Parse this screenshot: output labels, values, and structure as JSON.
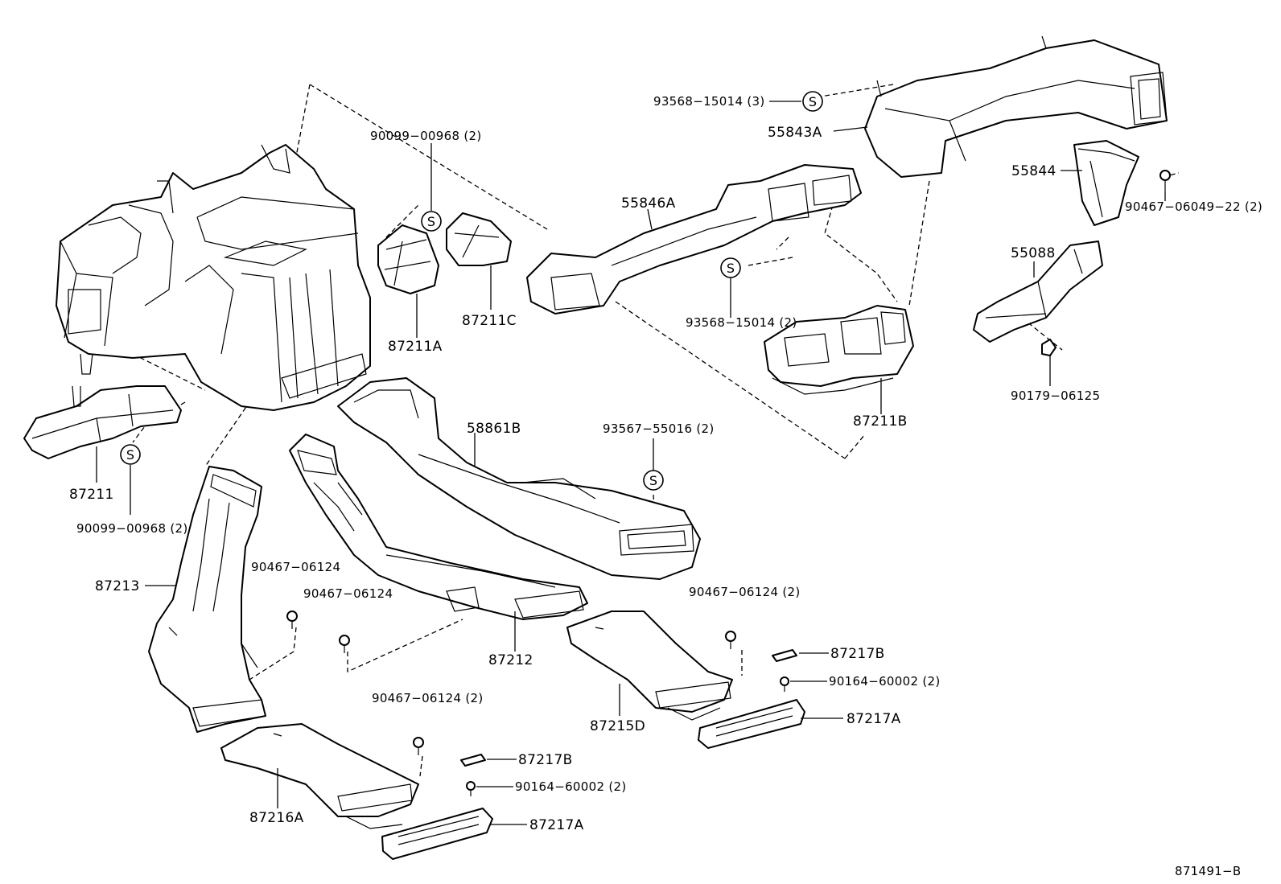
{
  "labels": {
    "p93568_15014_3": "93568−15014 (3)",
    "p55843A": "55843A",
    "p90099_00968_top": "90099−00968 (2)",
    "p55846A": "55846A",
    "p55844": "55844",
    "p90467_06049_22": "90467−06049−22 (2)",
    "p55088": "55088",
    "p93568_15014_2": "93568−15014 (2)",
    "p87211A": "87211A",
    "p87211C": "87211C",
    "p90179_06125": "90179−06125",
    "p87211B": "87211B",
    "p58861B": "58861B",
    "p93567_55016": "93567−55016 (2)",
    "p87211": "87211",
    "p90099_00968_bottom": "90099−00968 (2)",
    "p90467_06124_a": "90467−06124",
    "p87213": "87213",
    "p90467_06124_b": "90467−06124",
    "p90467_06124_c": "90467−06124 (2)",
    "p87212": "87212",
    "p87217B_right": "87217B",
    "p90164_60002_right": "90164−60002 (2)",
    "p87215D": "87215D",
    "p87217A_right": "87217A",
    "p90467_06124_d": "90467−06124 (2)",
    "p87217B_left": "87217B",
    "p90164_60002_left": "90164−60002 (2)",
    "p87216A": "87216A",
    "p87217A_left": "87217A",
    "figure_id": "871491−B"
  },
  "symbols": {
    "sealant": "S"
  }
}
